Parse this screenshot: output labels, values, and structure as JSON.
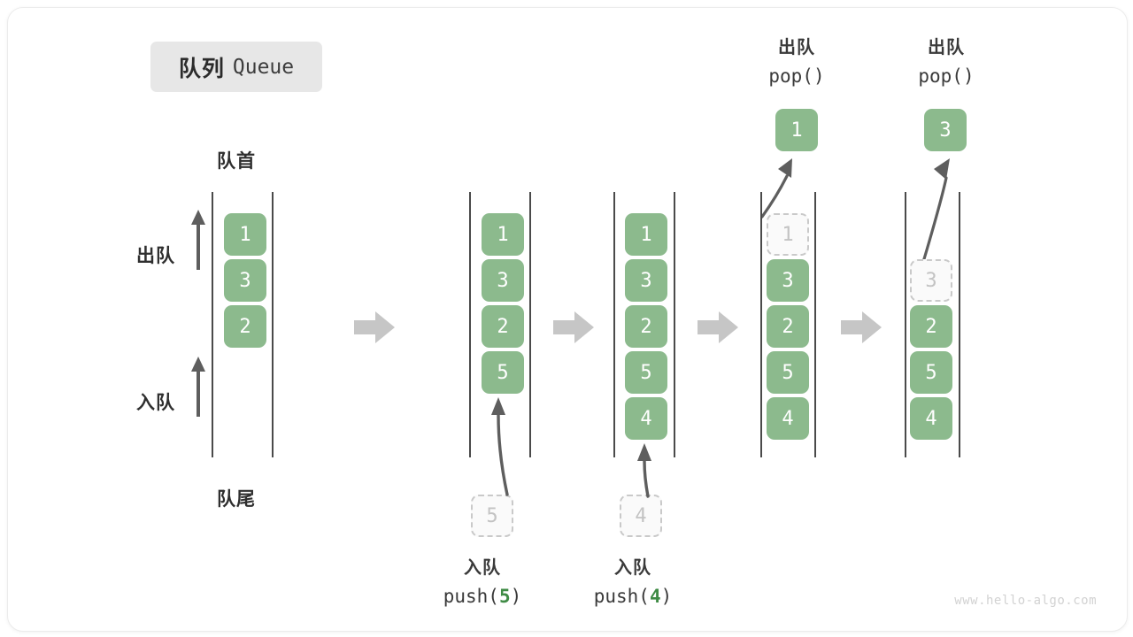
{
  "title": {
    "cn": "队列",
    "en": "Queue"
  },
  "labels": {
    "head": "队首",
    "tail": "队尾",
    "dequeue": "出队",
    "enqueue": "入队"
  },
  "operations": {
    "push5": {
      "line1": "入队",
      "line2_pre": "push(",
      "line2_num": "5",
      "line2_post": ")"
    },
    "push4": {
      "line1": "入队",
      "line2_pre": "push(",
      "line2_num": "4",
      "line2_post": ")"
    },
    "pop1": {
      "line1": "出队",
      "line2_pre": "pop(",
      "line2_num": "",
      "line2_post": ")"
    },
    "pop2": {
      "line1": "出队",
      "line2_pre": "pop(",
      "line2_num": "",
      "line2_post": ")"
    }
  },
  "colors": {
    "cell_fill": "#8cba8d",
    "cell_text": "#ffffff",
    "ghost_fill": "#fafafa",
    "ghost_border": "#c9c9c9",
    "ghost_text": "#c3c3c3",
    "rail": "#4a4a4a",
    "arrow": "#5e5e5e",
    "step_arrow": "#c6c6c6",
    "badge_bg": "#e7e7e7",
    "accent_green": "#3f8b45"
  },
  "stages": [
    {
      "name": "initial",
      "cells": [
        {
          "value": "1",
          "state": "solid"
        },
        {
          "value": "3",
          "state": "solid"
        },
        {
          "value": "2",
          "state": "solid"
        }
      ],
      "floating_cell": null,
      "incoming_cell": null
    },
    {
      "name": "after-push-5",
      "cells": [
        {
          "value": "1",
          "state": "solid"
        },
        {
          "value": "3",
          "state": "solid"
        },
        {
          "value": "2",
          "state": "solid"
        },
        {
          "value": "5",
          "state": "solid"
        }
      ],
      "floating_cell": null,
      "incoming_cell": {
        "value": "5",
        "state": "ghost"
      }
    },
    {
      "name": "after-push-4",
      "cells": [
        {
          "value": "1",
          "state": "solid"
        },
        {
          "value": "3",
          "state": "solid"
        },
        {
          "value": "2",
          "state": "solid"
        },
        {
          "value": "5",
          "state": "solid"
        },
        {
          "value": "4",
          "state": "solid"
        }
      ],
      "floating_cell": null,
      "incoming_cell": {
        "value": "4",
        "state": "ghost"
      }
    },
    {
      "name": "after-pop-1",
      "cells": [
        {
          "value": "1",
          "state": "ghost"
        },
        {
          "value": "3",
          "state": "solid"
        },
        {
          "value": "2",
          "state": "solid"
        },
        {
          "value": "5",
          "state": "solid"
        },
        {
          "value": "4",
          "state": "solid"
        }
      ],
      "floating_cell": {
        "value": "1",
        "state": "solid"
      },
      "incoming_cell": null
    },
    {
      "name": "after-pop-3",
      "cells": [
        {
          "value": "3",
          "state": "ghost"
        },
        {
          "value": "2",
          "state": "solid"
        },
        {
          "value": "5",
          "state": "solid"
        },
        {
          "value": "4",
          "state": "solid"
        }
      ],
      "floating_cell": {
        "value": "3",
        "state": "solid"
      },
      "incoming_cell": null
    }
  ],
  "watermark": "www.hello-algo.com"
}
